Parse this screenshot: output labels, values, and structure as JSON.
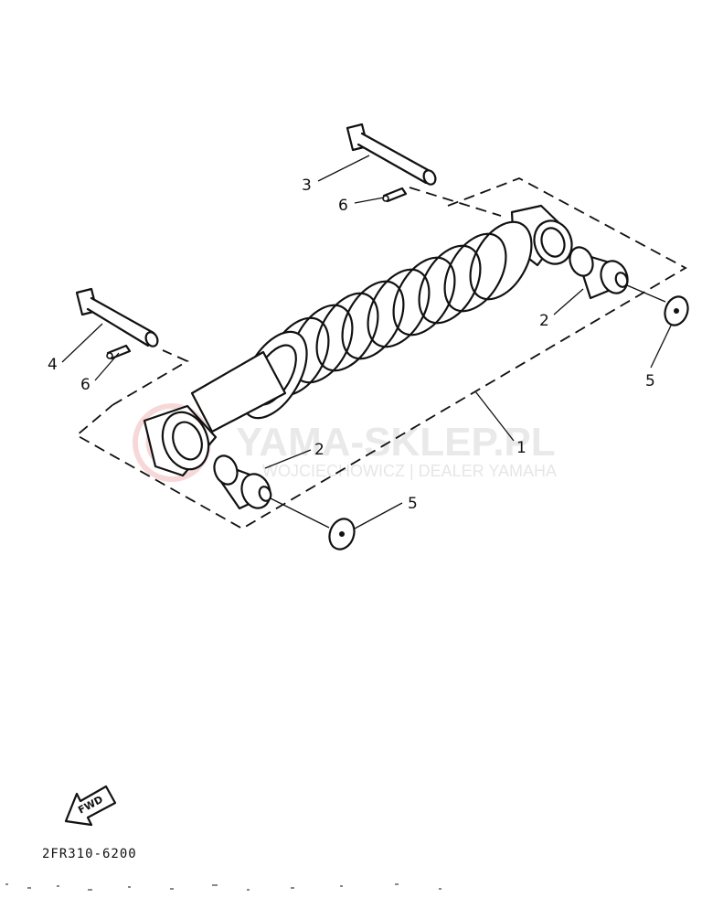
{
  "watermark": {
    "title": "YAMA-SKLEP.PL",
    "subtitle": "WOJCIECHOWICZ | DEALER YAMAHA"
  },
  "diagram_code": "2FR310-6200",
  "fwd_label": "FWD",
  "callouts": {
    "shock_absorber": "1",
    "bushing_upper": "2",
    "bushing_lower": "2",
    "bolt_upper": "3",
    "bolt_lower": "4",
    "washer_upper": "5",
    "washer_lower": "5",
    "cotter_pin_upper": "6",
    "cotter_pin_lower": "6"
  },
  "colors": {
    "ink": "#111111",
    "watermark_text": "#e9e9e9",
    "watermark_logo": "#f2b9b9"
  }
}
